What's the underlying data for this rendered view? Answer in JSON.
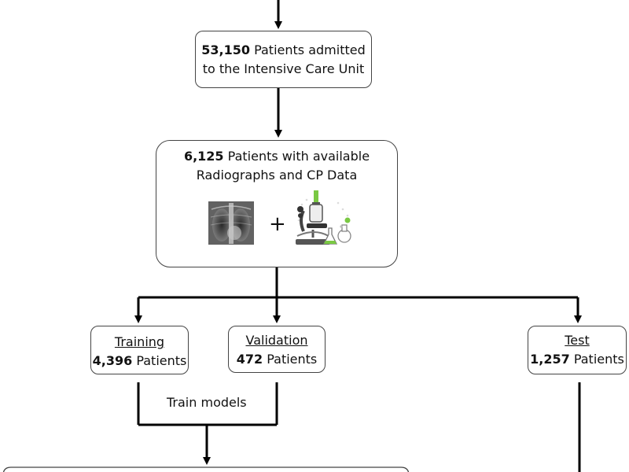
{
  "admitted": {
    "count": "53,150",
    "text_line1": " Patients admitted",
    "text_line2": "to the Intensive Care Unit"
  },
  "available": {
    "count": "6,125",
    "text_line1": " Patients with available",
    "text_line2": "Radiographs and CP Data",
    "plus": "+",
    "icons": {
      "xray": "chest-xray-image",
      "lab": "microscope-lab-icon"
    }
  },
  "training": {
    "title": "Training",
    "count": "4,396",
    "unit": " Patients"
  },
  "validation": {
    "title": "Validation",
    "count": "472",
    "unit": " Patients"
  },
  "test": {
    "title": "Test",
    "count": "1,257",
    "unit": " Patients"
  },
  "train_models_label": "Train models",
  "colors": {
    "line": "#000000",
    "border": "#444444",
    "accent_green": "#7ac943"
  }
}
